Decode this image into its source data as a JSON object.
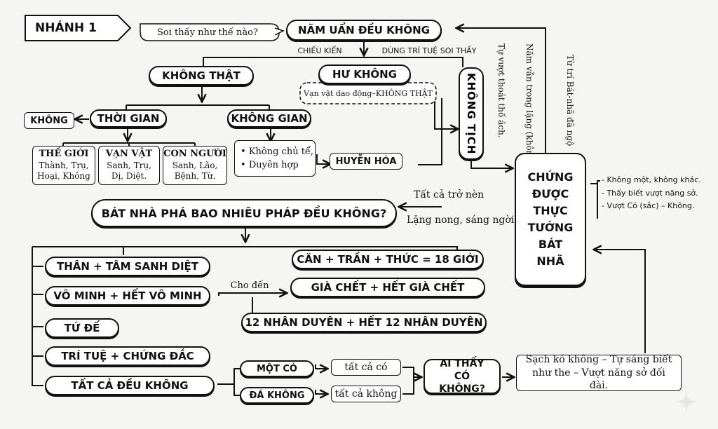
{
  "branch_title": "NHÁNH 1",
  "question_bubble": "Soi thấy như thế nào?",
  "root": "NĂM UẨN ĐỀU KHÔNG",
  "label_chieu_kien": "CHIẾU KIẾN",
  "label_dung_tri_tue": "DÙNG TRÍ TUỆ SOI THẤY",
  "khong_that": "KHÔNG THẬT",
  "hu_khong": "HƯ KHÔNG",
  "van_vat_dao_dong": "Vạn vật dao động–KHÔNG THẬT",
  "khong_tich": "KHÔNG TỊCH",
  "vertical_notes": {
    "nam_van": "Năm vẫn trong lặng (không tịch)",
    "tu_vuot": "Tự vượt thoát thố ách.",
    "tu_tri": "Từ trí Bát-nhã đã ngộ"
  },
  "khong": "KHÔNG",
  "thoi_gian": "THỜI GIAN",
  "khong_gian": "KHÔNG GIAN",
  "the_gioi": {
    "title": "THẾ GIỚI",
    "line1": "Thành, Trụ,",
    "line2": "Hoại, Không"
  },
  "van_vat": {
    "title": "VẠN VẬT",
    "line1": "Sanh, Trụ,",
    "line2": "Dị, Diệt."
  },
  "con_nguoi": {
    "title": "CON NGƯỜI",
    "line1": "Sanh, Lão,",
    "line2": "Bệnh, Từ."
  },
  "khong_gian_bullets": [
    "Không chủ tể,",
    "Duyên hợp"
  ],
  "huyen_hoa": "HUYỄN HÓA",
  "chung_duoc": [
    "CHỨNG",
    "ĐƯỢC",
    "THỰC",
    "TƯỚNG",
    "BÁT",
    "NHÃ"
  ],
  "chung_bullets": [
    "- Không một, không khác.",
    "- Thấy biết vượt năng sở.",
    "- Vượt Có (sắc) – Không."
  ],
  "tat_ca_tro_nen": "Tất cả trở nèn",
  "lang_nong": "Lặng nong, sáng ngời.",
  "bat_nha_question": "BÁT NHÀ PHÁ BAO NHIÊU PHÁP ĐỀU KHÔNG?",
  "than_tam": "THÂN + TÂM SANH DIỆT",
  "can_tran": "CĂN + TRẦN + THỨC = 18 GIỚI",
  "vo_minh": "VÔ MINH + HẾT VÔ MINH",
  "cho_den": "Cho đến",
  "gia_chet": "GIÀ CHẾT + HẾT GIÀ CHẾT",
  "nhan_duyen": "12 NHÂN DUYÊN + HẾT 12 NHÂN DUYÊN",
  "tu_de": "TỨ ĐẾ",
  "tri_tue": "TRÍ TUỆ + CHỨNG ĐẮC",
  "tat_ca_khong": "TẤT CẢ ĐỀU KHÔNG",
  "mot_co": "MỘT CÓ",
  "da_khong": "ĐÁ KHÔNG",
  "tat_ca_co": "tất cả có",
  "tat_ca_khong_small": "tất cả không",
  "ai_thay": "AI THẤY CÓ KHÔNG?",
  "sach_co_khong": "Sạch kó không – Tự sáng biết như the – Vượt năng sở đối đài."
}
